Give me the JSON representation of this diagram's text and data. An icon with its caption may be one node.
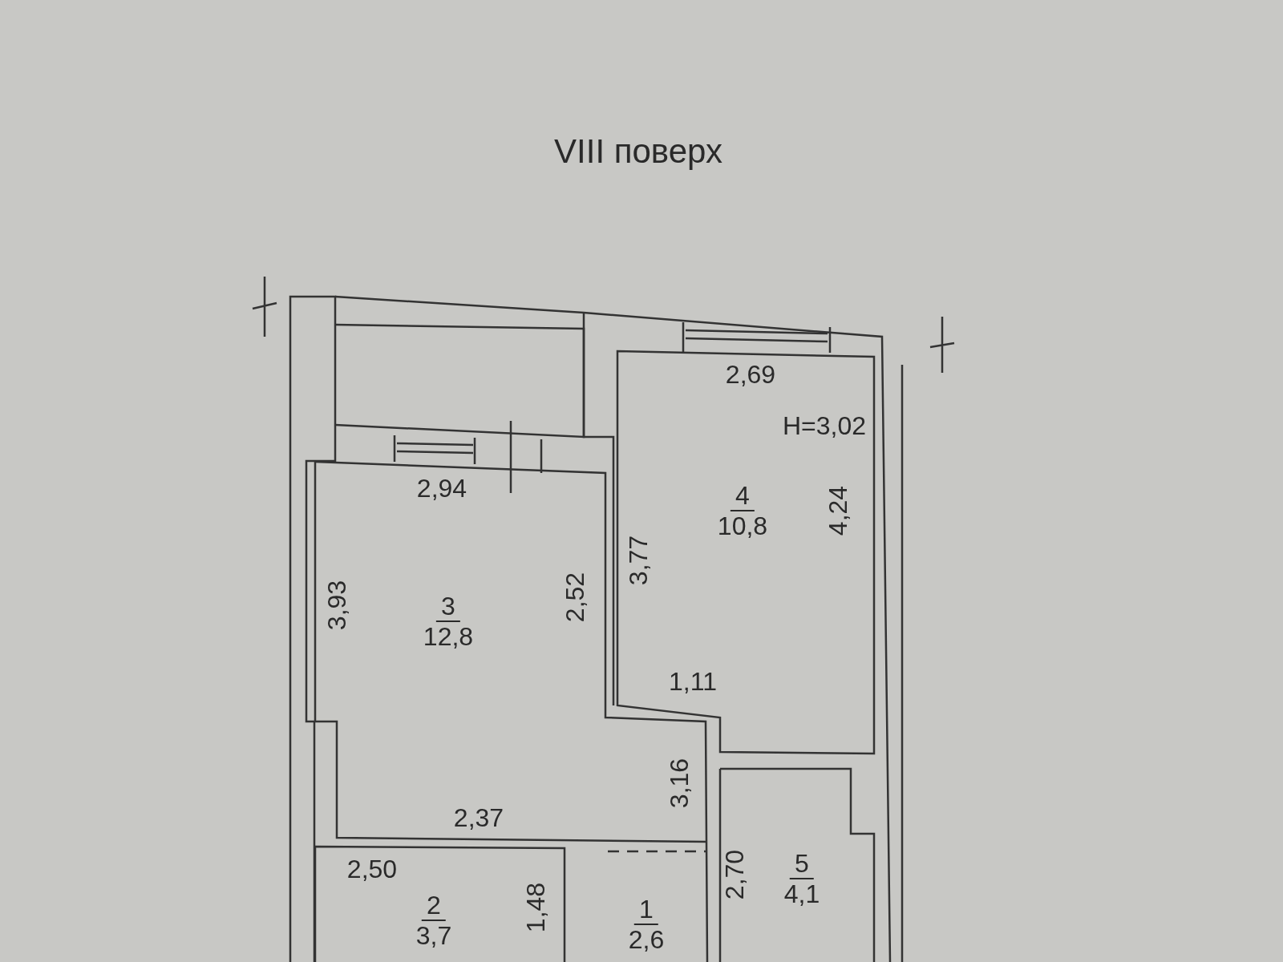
{
  "diagram": {
    "title": "VIII поверх",
    "nodes": [
      {
        "text": [
          "4",
          "10,8"
        ]
      },
      {
        "text": [
          "3",
          "12,8"
        ]
      },
      {
        "text": [
          "5",
          "4,1"
        ]
      },
      {
        "text": [
          "2",
          "3,7"
        ]
      },
      {
        "text": [
          "1",
          "2,6"
        ]
      }
    ],
    "edges": [],
    "labels": [
      "2,69",
      "Н=3,02",
      "2,94",
      "4,24",
      "3,77",
      "3,93",
      "2,52",
      "1,11",
      "3,16",
      "2,37",
      "2,50",
      "2,70",
      "1,48"
    ]
  }
}
